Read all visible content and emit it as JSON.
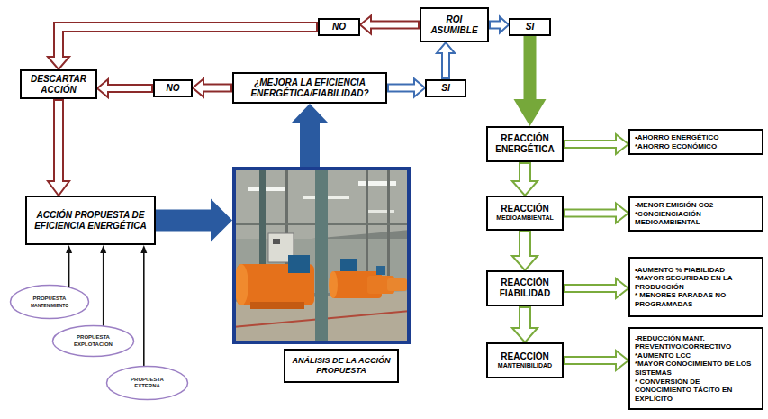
{
  "diagram": {
    "nodes": [
      {
        "text": [
          "ROI ASUMIBLE"
        ]
      },
      {
        "text": [
          "NO"
        ]
      },
      {
        "text": [
          "SI"
        ]
      },
      {
        "text": [
          "DESCARTAR ACCIÓN"
        ]
      },
      {
        "text": [
          "NO"
        ]
      },
      {
        "text": [
          "¿MEJORA LA EFICIENCIA ENERGÉTICA/FIABILIDAD?"
        ]
      },
      {
        "text": [
          "SI"
        ]
      },
      {
        "text": [
          "REACCIÓN",
          "ENERGÉTICA"
        ]
      },
      {
        "text": [
          "•AHORRO ENERGÉTICO",
          "*AHORRO ECONÓMICO"
        ]
      },
      {
        "text": [
          "ACCIÓN PROPUESTA DE EFICIENCIA ENERGÉTICA"
        ]
      },
      {
        "text": [
          "ANÁLISIS DE LA ACCIÓN PROPUESTA"
        ]
      },
      {
        "text": [
          "REACCIÓN",
          "MEDIOAMBIENTAL"
        ]
      },
      {
        "text": [
          "-MENOR EMISIÓN CO2",
          "*CONCIENCIACIÓN MEDIOAMBIENTAL"
        ]
      },
      {
        "text": [
          "PROPUESTA",
          "MANTENIMIENTO"
        ]
      },
      {
        "text": [
          "REACCIÓN",
          "FIABILIDAD"
        ]
      },
      {
        "text": [
          "•AUMENTO % FIABILIDAD",
          "*MAYOR SEGURIDAD EN LA PRODUCCIÓN",
          "* MENORES PARADAS NO PROGRAMADAS"
        ]
      },
      {
        "text": [
          "PROPUESTA",
          "EXPLOTACIÓN"
        ]
      },
      {
        "text": [
          "REACCIÓN",
          "MANTENIBILIDAD"
        ]
      },
      {
        "text": [
          "-REDUCCIÓN MANT. PREVENTIVO/CORRECTIVO",
          "*AUMENTO LCC",
          "*MAYOR CONOCIMIENTO DE LOS SISTEMAS",
          "* CONVERSIÓN DE CONOCIMIENTO TÁCITO EN EXPLÍCITO"
        ]
      },
      {
        "text": [
          "PROPUESTA",
          "EXTERNA"
        ]
      }
    ],
    "edges": [
      {
        "from": 9,
        "to": 10,
        "arrow": "to"
      },
      {
        "from": 10,
        "to": 5,
        "arrow": "to"
      },
      {
        "from": 5,
        "to": 6,
        "arrow": "to"
      },
      {
        "from": 5,
        "to": 4,
        "arrow": "to"
      },
      {
        "from": 4,
        "to": 3,
        "arrow": "to"
      },
      {
        "from": 6,
        "to": 0,
        "arrow": "to"
      },
      {
        "from": 0,
        "to": 1,
        "arrow": "to"
      },
      {
        "from": 0,
        "to": 2,
        "arrow": "to"
      },
      {
        "from": 1,
        "to": 3,
        "arrow": "to"
      },
      {
        "from": 3,
        "to": 9,
        "arrow": "to"
      },
      {
        "from": 2,
        "to": 7,
        "arrow": "to"
      },
      {
        "from": 7,
        "to": 8,
        "arrow": "to"
      },
      {
        "from": 7,
        "to": 11,
        "arrow": "to"
      },
      {
        "from": 11,
        "to": 12,
        "arrow": "to"
      },
      {
        "from": 11,
        "to": 14,
        "arrow": "to"
      },
      {
        "from": 14,
        "to": 15,
        "arrow": "to"
      },
      {
        "from": 14,
        "to": 17,
        "arrow": "to"
      },
      {
        "from": 17,
        "to": 18,
        "arrow": "to"
      },
      {
        "from": 13,
        "to": 9,
        "arrow": "to"
      },
      {
        "from": 16,
        "to": 9,
        "arrow": "to"
      },
      {
        "from": 19,
        "to": 9,
        "arrow": "to"
      }
    ]
  }
}
